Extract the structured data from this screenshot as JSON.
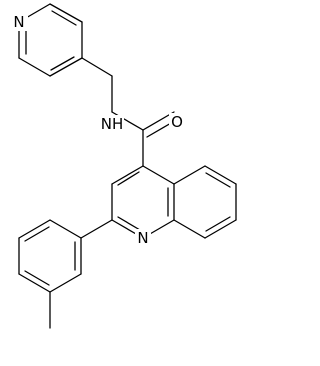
{
  "molecule": {
    "atoms": {
      "pyridine_n": "N",
      "amide_nh": "NH",
      "carbonyl_o": "O",
      "quinoline_n": "N"
    }
  },
  "colors": {
    "bond": "#000000",
    "label": "#000000",
    "background": "#ffffff"
  }
}
